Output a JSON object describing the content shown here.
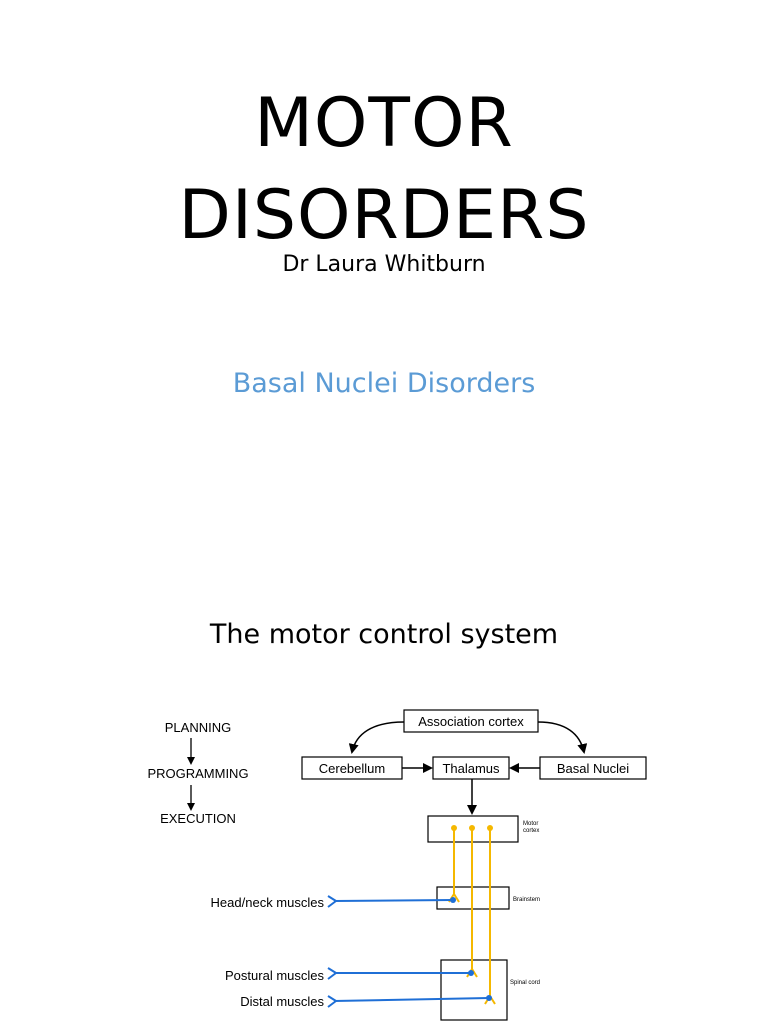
{
  "slide1": {
    "title_line1": "MOTOR",
    "title_line2": "DISORDERS",
    "author": "Dr Laura Whitburn",
    "section": "Basal Nuclei Disorders",
    "section_color": "#5b9bd5"
  },
  "slide2": {
    "title": "The motor control system",
    "stages": [
      "PLANNING",
      "PROGRAMMING",
      "EXECUTION"
    ],
    "boxes": {
      "association_cortex": "Association cortex",
      "cerebellum": "Cerebellum",
      "thalamus": "Thalamus",
      "basal_nuclei": "Basal Nuclei",
      "motor_cortex": "Motor cortex",
      "brainstem": "Brainstem",
      "spinal_cord": "Spinal cord"
    },
    "muscles": {
      "head_neck": "Head/neck muscles",
      "postural": "Postural muscles",
      "distal": "Distal muscles"
    },
    "colors": {
      "upper_motor_neuron": "#f5b800",
      "lower_motor_neuron": "#1f6fd6"
    }
  }
}
